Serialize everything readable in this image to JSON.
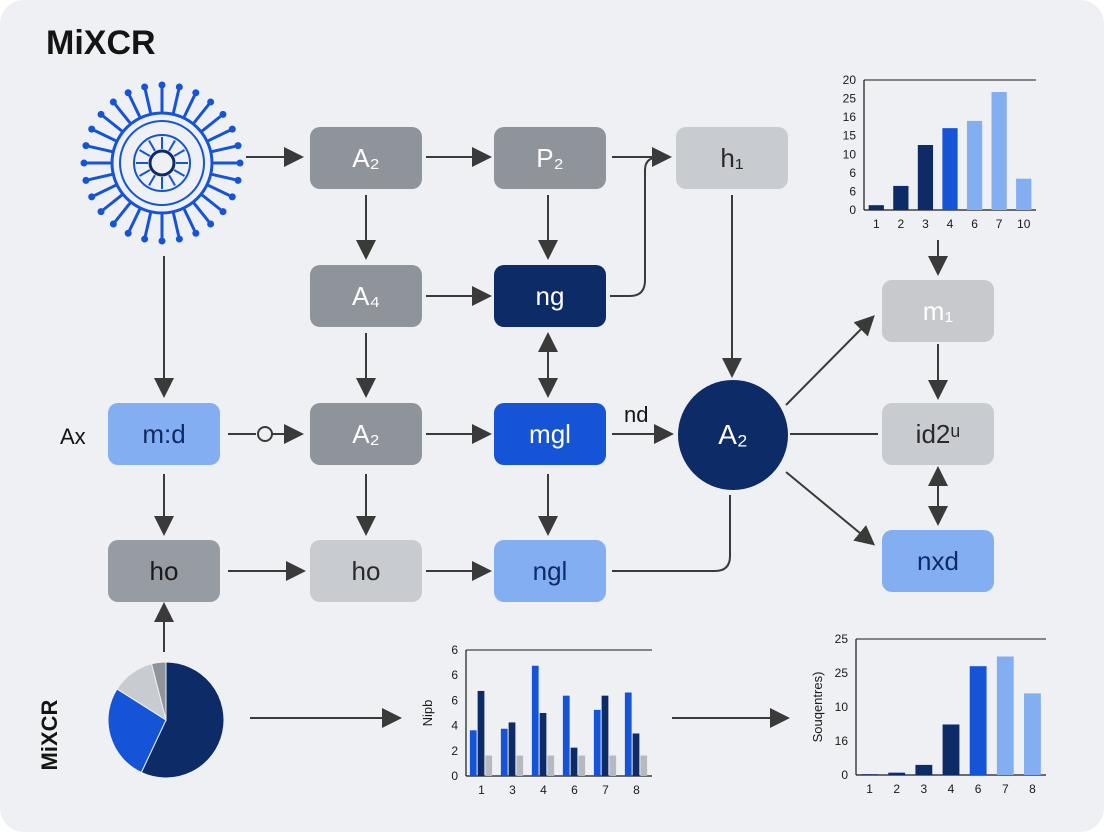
{
  "title": "MiXCR",
  "side_title": "MiXCR",
  "labels": {
    "ax": "Ax",
    "nd": "nd"
  },
  "nodes": {
    "a2_top": "A₂",
    "p2": "P₂",
    "h1": "h₁",
    "a4": "A₄",
    "ng": "ng",
    "mid": "m:d",
    "a2_mid": "A₂",
    "mgl": "mɡl",
    "ho_left": "ho",
    "ho_mid": "ho",
    "ngl": "ngl",
    "m1": "m₁",
    "id2u": "id2ᵘ",
    "nxd": "nxd",
    "circle": "A₂"
  },
  "colors": {
    "navy": "#0d2b66",
    "blue": "#1554d6",
    "light_blue": "#84aef2",
    "gray": "#8f939a",
    "light_gray": "#c8cbd0",
    "background": "#eef0f3"
  },
  "icons": {
    "virus": "virus-icon",
    "pie": "pie-chart"
  },
  "chart_data": [
    {
      "type": "bar",
      "categories": [
        "1",
        "2",
        "3",
        "4",
        "6",
        "7",
        "10"
      ],
      "values": [
        1,
        5,
        13.5,
        17,
        18.5,
        24.5,
        6.5
      ],
      "y_ticks": [
        "0",
        "6",
        "6",
        "10",
        "15",
        "16",
        "25",
        "20"
      ],
      "ylim": [
        0,
        27
      ],
      "xlabel": "",
      "ylabel": "",
      "bar_colors": [
        "#0d2b66",
        "#0d2b66",
        "#0d2b66",
        "#1554d6",
        "#84aef2",
        "#84aef2",
        "#84aef2"
      ]
    },
    {
      "type": "bar",
      "categories": [
        "1",
        "3",
        "4",
        "6",
        "7",
        "8"
      ],
      "series": [
        {
          "values": [
            2.9,
            3.0,
            7.0,
            5.1,
            4.2,
            5.3
          ]
        },
        {
          "values": [
            5.4,
            3.4,
            4.0,
            1.8,
            5.1,
            2.7
          ]
        },
        {
          "values": [
            1.3,
            1.3,
            1.3,
            1.3,
            1.3,
            1.3
          ]
        }
      ],
      "y_ticks": [
        "0",
        "2",
        "4",
        "6",
        "6",
        "6"
      ],
      "ylim": [
        0,
        8
      ],
      "ylabel": "Nipb",
      "colors": [
        "#1554d6",
        "#0d2b66",
        "#b6bac0",
        "#c8cbd0"
      ]
    },
    {
      "type": "bar",
      "categories": [
        "1",
        "2",
        "3",
        "4",
        "6",
        "7",
        "8"
      ],
      "values": [
        0.2,
        0.6,
        2.6,
        13,
        28,
        30.5,
        21
      ],
      "y_ticks": [
        "0",
        "16",
        "10",
        "25",
        "25"
      ],
      "ylim": [
        0,
        35
      ],
      "ylabel": "Souqentres)",
      "bar_colors": [
        "#0d2b66",
        "#0d2b66",
        "#0d2b66",
        "#0d2b66",
        "#1554d6",
        "#84aef2",
        "#84aef2"
      ]
    },
    {
      "type": "pie",
      "values": [
        57,
        27,
        12,
        4
      ],
      "colors": [
        "#0d2b66",
        "#1554d6",
        "#c8cbd0",
        "#8f939a"
      ]
    }
  ]
}
